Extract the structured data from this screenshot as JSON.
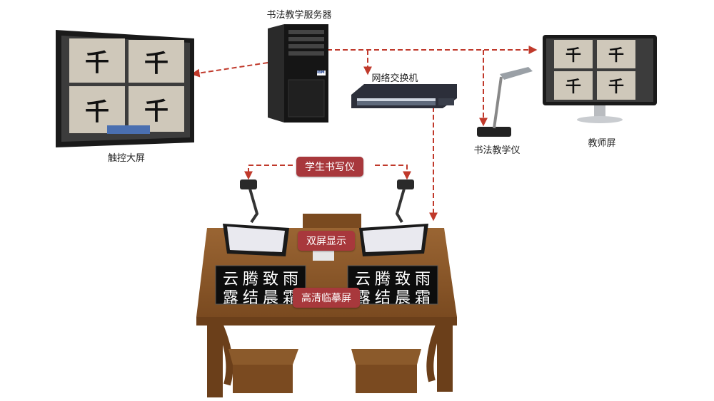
{
  "labels": {
    "server": "书法教学服务器",
    "switch": "网络交换机",
    "touch_screen": "触控大屏",
    "teacher_screen": "教师屏",
    "teaching_device": "书法教学仪",
    "student_writer": "学生书写仪",
    "dual_display": "双屏显示",
    "hd_screen": "高清临摹屏"
  },
  "screen_glyph": "千",
  "server_brand": "IBM",
  "copy_text": {
    "row1": "云腾致雨",
    "row2": "露结晨霜"
  },
  "colors": {
    "accent": "#a8383c",
    "connector": "#c0392b",
    "wood": "#8b5a2b"
  }
}
